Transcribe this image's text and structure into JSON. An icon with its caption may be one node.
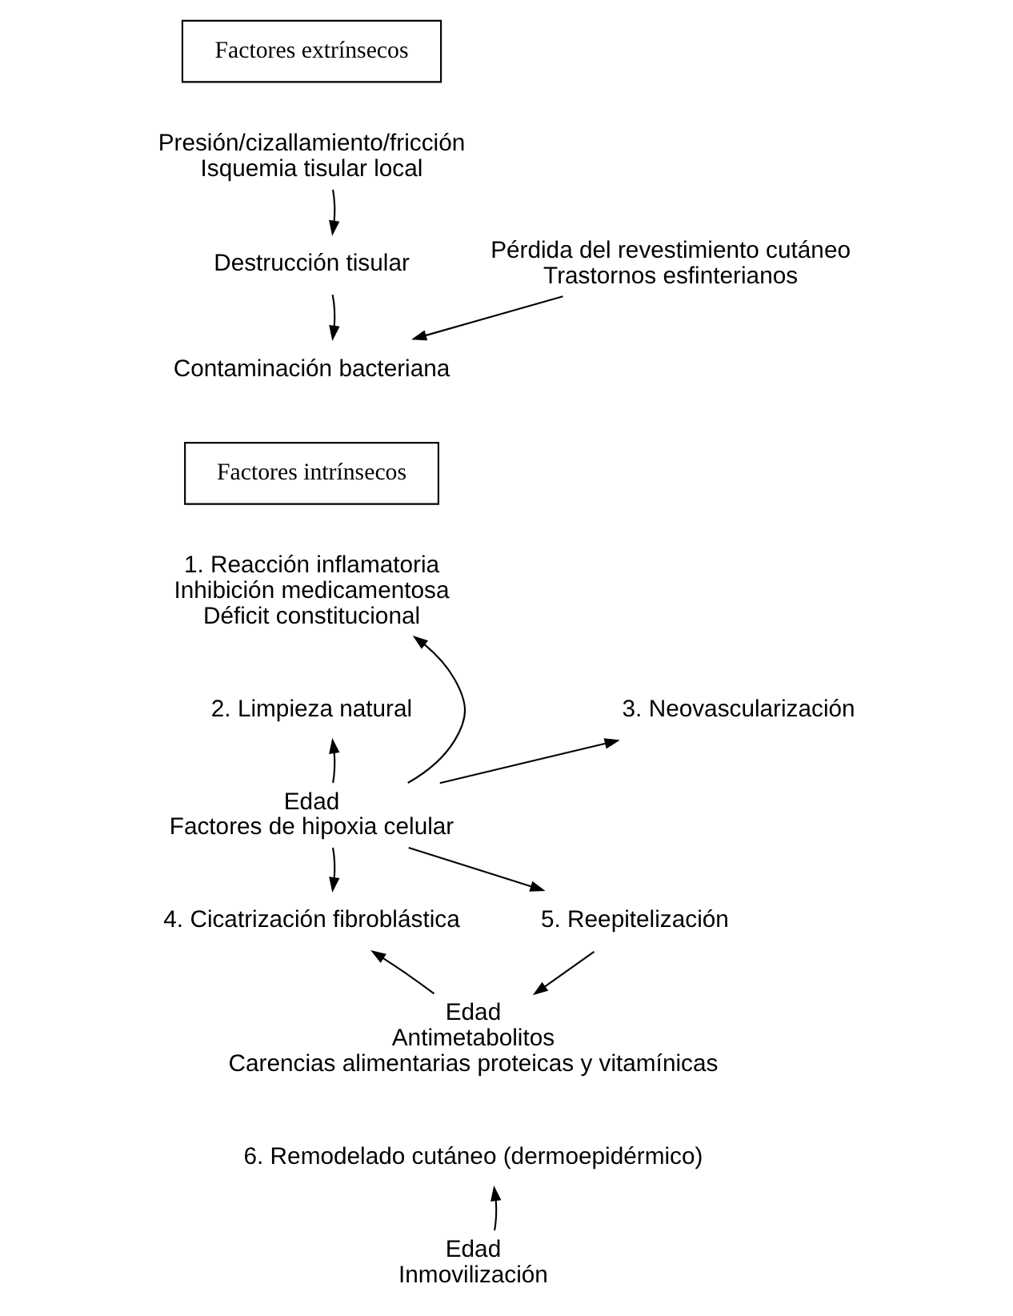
{
  "diagram": {
    "nodes": [
      {
        "text": [
          "Factores extrínsecos"
        ]
      },
      {
        "text": [
          "Presión/cizallamiento/fricción",
          "Isquemia tisular local"
        ]
      },
      {
        "text": [
          "Destrucción tisular"
        ]
      },
      {
        "text": [
          "Pérdida del revestimiento cutáneo",
          "Trastornos esfinterianos"
        ]
      },
      {
        "text": [
          "Contaminación bacteriana"
        ]
      },
      {
        "text": [
          "Factores intrínsecos"
        ]
      },
      {
        "text": [
          "1. Reacción inflamatoria",
          "Inhibición medicamentosa",
          "Déficit constitucional"
        ]
      },
      {
        "text": [
          "2. Limpieza natural"
        ]
      },
      {
        "text": [
          "3. Neovascularización"
        ]
      },
      {
        "text": [
          "Edad",
          "Factores de hipoxia celular"
        ]
      },
      {
        "text": [
          "4. Cicatrización fibroblástica"
        ]
      },
      {
        "text": [
          "5. Reepitelización"
        ]
      },
      {
        "text": [
          "Edad",
          "Antimetabolitos",
          "Carencias alimentarias proteicas y vitamínicas"
        ]
      },
      {
        "text": [
          "6. Remodelado cutáneo (dermoepidérmico)"
        ]
      },
      {
        "text": [
          "Edad",
          "Inmovilización"
        ]
      }
    ],
    "edges": [
      {
        "from": 1,
        "to": 2,
        "arrow": "to"
      },
      {
        "from": 2,
        "to": 4,
        "arrow": "to"
      },
      {
        "from": 3,
        "to": 4,
        "arrow": "to"
      },
      {
        "from": 9,
        "to": 6,
        "arrow": "to"
      },
      {
        "from": 9,
        "to": 7,
        "arrow": "to"
      },
      {
        "from": 9,
        "to": 10,
        "arrow": "to"
      },
      {
        "from": 9,
        "to": 8,
        "arrow": "to"
      },
      {
        "from": 9,
        "to": 11,
        "arrow": "to"
      },
      {
        "from": 11,
        "to": 12,
        "arrow": "to"
      },
      {
        "from": 12,
        "to": 10,
        "arrow": "to"
      },
      {
        "from": 14,
        "to": 13,
        "arrow": "to"
      }
    ]
  }
}
